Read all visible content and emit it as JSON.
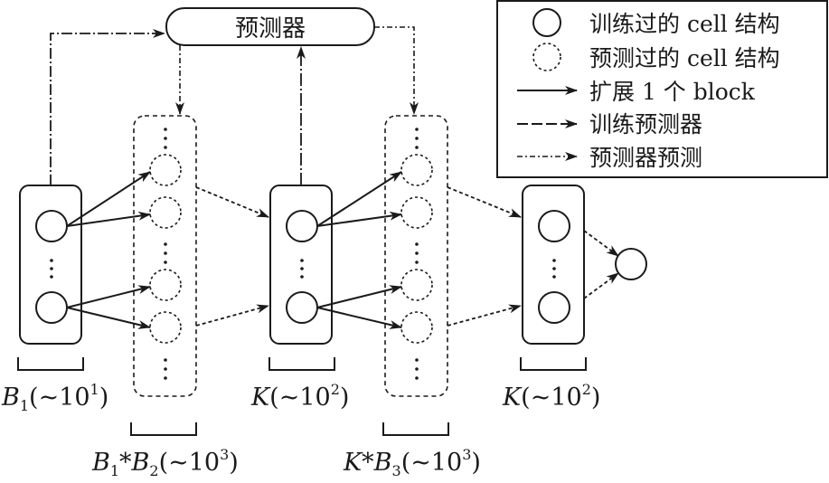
{
  "predictor_label": "预测器",
  "legend": {
    "items": [
      {
        "icon": "solid-circle-icon",
        "label": "训练过的 cell 结构"
      },
      {
        "icon": "dashed-circle-icon",
        "label": "预测过的 cell 结构"
      },
      {
        "icon": "solid-arrow-icon",
        "label": "扩展 1 个 block"
      },
      {
        "icon": "dashed-arrow-icon",
        "label": "训练预测器"
      },
      {
        "icon": "dash-dot-arrow-icon",
        "label": "预测器预测"
      }
    ]
  },
  "bracket_labels": [
    {
      "var": "B",
      "sub": "1",
      "mid": "",
      "var2": "",
      "sub2": "",
      "paren": "(~10",
      "sup": "1",
      "close": ")"
    },
    {
      "var": "B",
      "sub": "1",
      "mid": "*",
      "var2": "B",
      "sub2": "2",
      "paren": "(~10",
      "sup": "3",
      "close": ")"
    },
    {
      "var": "K",
      "sub": "",
      "mid": "",
      "var2": "",
      "sub2": "",
      "paren": "(~10",
      "sup": "2",
      "close": ")"
    },
    {
      "var": "K",
      "sub": "",
      "mid": "*",
      "var2": "B",
      "sub2": "3",
      "paren": "(~10",
      "sup": "3",
      "close": ")"
    },
    {
      "var": "K",
      "sub": "",
      "mid": "",
      "var2": "",
      "sub2": "",
      "paren": "(~10",
      "sup": "2",
      "close": ")"
    }
  ],
  "colors": {
    "stroke": "#1a1a1a",
    "background": "#ffffff"
  }
}
